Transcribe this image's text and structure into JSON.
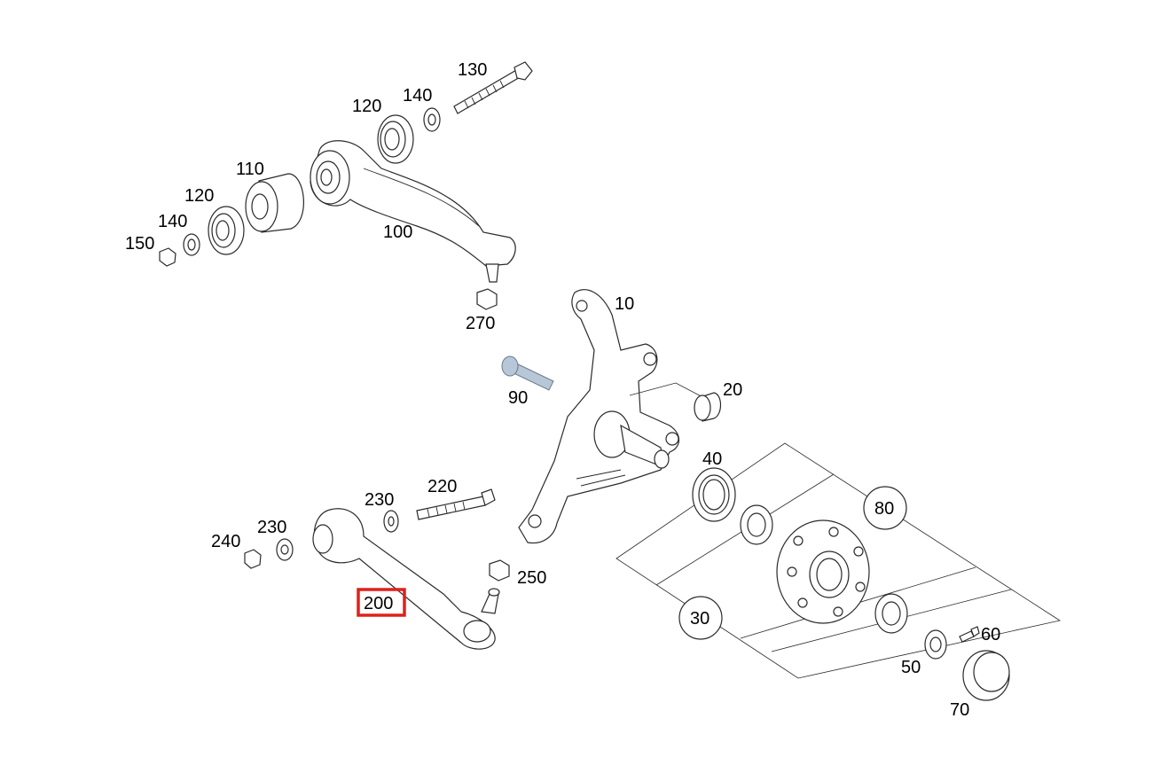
{
  "labels": {
    "p10": "10",
    "p20": "20",
    "p30": "30",
    "p40": "40",
    "p50": "50",
    "p60": "60",
    "p70": "70",
    "p80": "80",
    "p90": "90",
    "p100": "100",
    "p110": "110",
    "p120a": "120",
    "p120b": "120",
    "p130": "130",
    "p140a": "140",
    "p140b": "140",
    "p150": "150",
    "p200": "200",
    "p220": "220",
    "p230a": "230",
    "p230b": "230",
    "p240": "240",
    "p250": "250",
    "p270": "270"
  },
  "highlight": {
    "part": "200",
    "color": "#e0201b"
  },
  "colors": {
    "bolt_fill": "#b8c7d8"
  }
}
